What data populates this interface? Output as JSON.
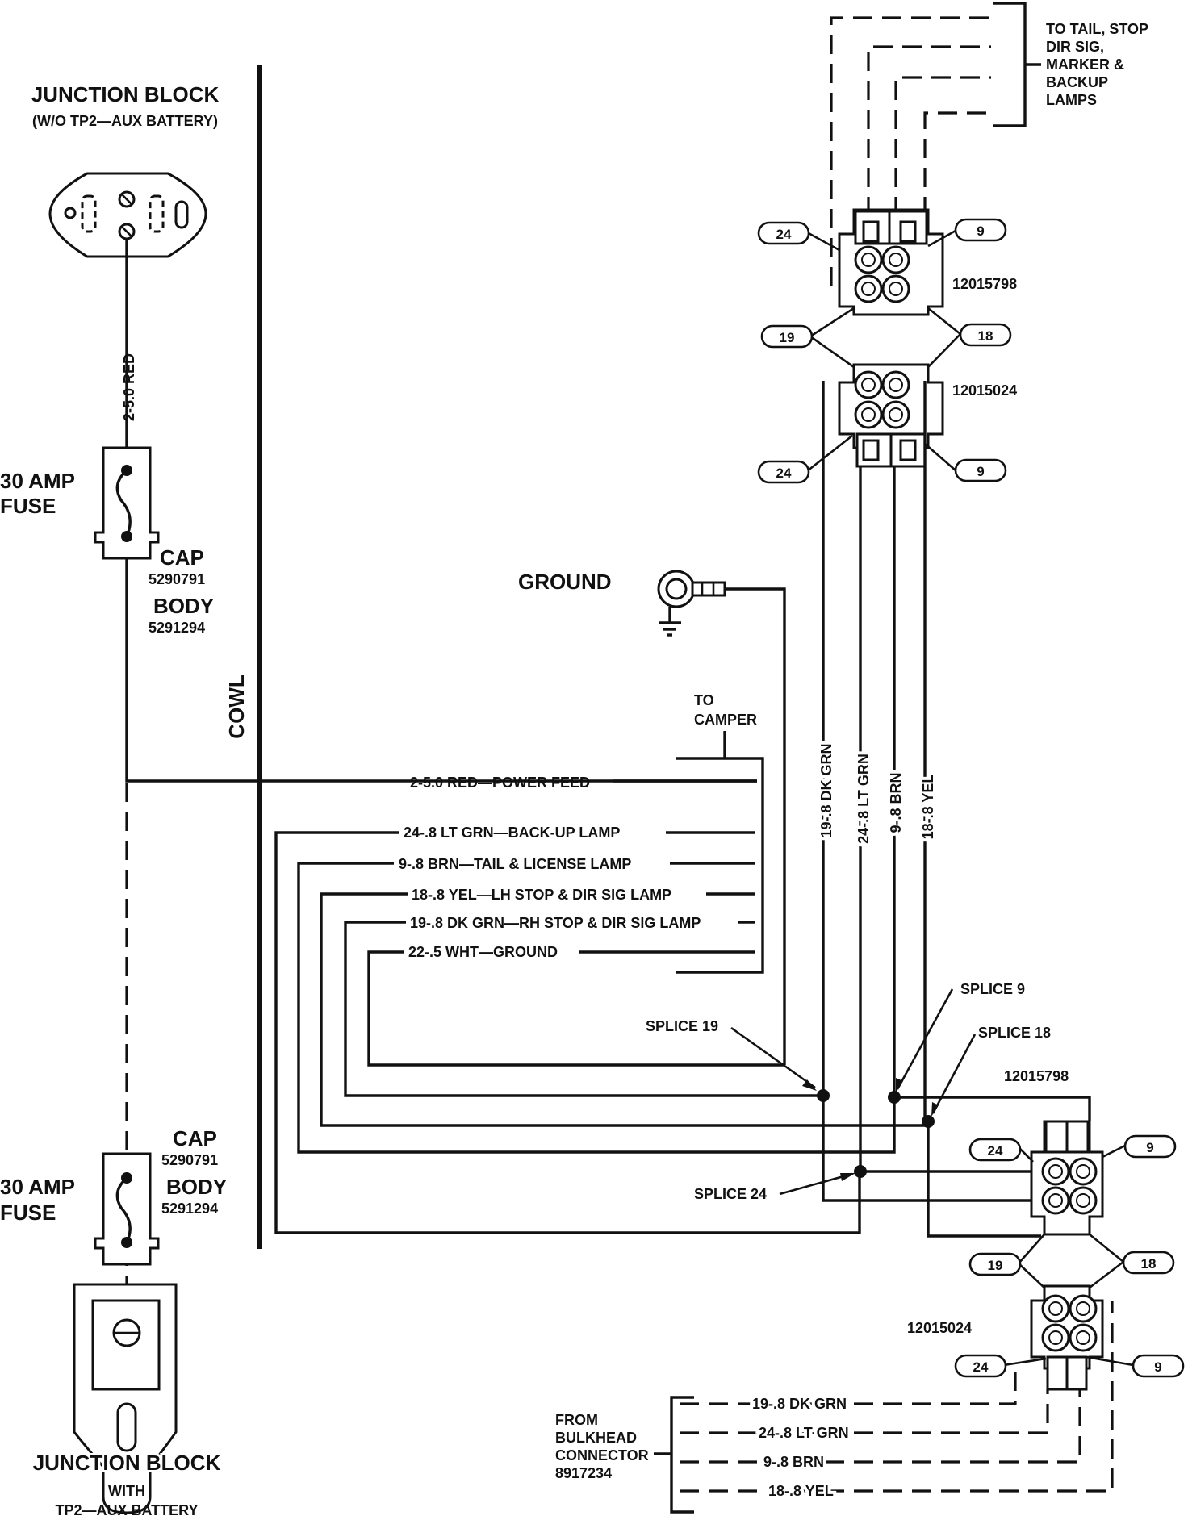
{
  "junction_block_top": {
    "title": "JUNCTION BLOCK",
    "subtitle": "(W/O TP2—AUX BATTERY)"
  },
  "junction_block_bottom": {
    "title": "JUNCTION BLOCK",
    "with": "WITH",
    "subtitle": "TP2—AUX BATTERY"
  },
  "fuse_top": {
    "line1": "30 AMP",
    "line2": "FUSE",
    "cap_label": "CAP",
    "cap_part": "5290791",
    "body_label": "BODY",
    "body_part": "5291294"
  },
  "fuse_bottom": {
    "line1": "30 AMP",
    "line2": "FUSE",
    "cap_label": "CAP",
    "cap_part": "5290791",
    "body_label": "BODY",
    "body_part": "5291294"
  },
  "wire_red": "2-5.0 RED",
  "cowl": "COWL",
  "ground": "GROUND",
  "to_camper": {
    "line1": "TO",
    "line2": "CAMPER"
  },
  "camper_wires": [
    "2-5.0 RED—POWER FEED",
    "24-.8 LT GRN—BACK-UP LAMP",
    "9-.8 BRN—TAIL & LICENSE LAMP",
    "18-.8 YEL—LH STOP & DIR SIG LAMP",
    "19-.8 DK GRN—RH STOP & DIR SIG LAMP",
    "22-.5 WHT—GROUND"
  ],
  "vertical_wires": [
    "19-.8 DK GRN",
    "24-.8 LT GRN",
    "9-.8 BRN",
    "18-.8 YEL"
  ],
  "to_tail": {
    "line1": "TO TAIL, STOP",
    "line2": "DIR SIG,",
    "line3": "MARKER &",
    "line4": "BACKUP",
    "line5": "LAMPS"
  },
  "connectors": {
    "top_upper_part": "12015798",
    "top_lower_part": "12015024",
    "bottom_upper_part": "12015798",
    "bottom_lower_part": "12015024"
  },
  "cavities": {
    "c24": "24",
    "c9": "9",
    "c19": "19",
    "c18": "18"
  },
  "splices": {
    "s19": "SPLICE 19",
    "s9": "SPLICE 9",
    "s18": "SPLICE 18",
    "s24": "SPLICE 24"
  },
  "from_bulkhead": {
    "line1": "FROM",
    "line2": "BULKHEAD",
    "line3": "CONNECTOR",
    "line4": "8917234"
  },
  "bulkhead_wires": [
    "19-.8 DK GRN",
    "24-.8 LT GRN",
    "9-.8 BRN",
    "18-.8 YEL"
  ]
}
